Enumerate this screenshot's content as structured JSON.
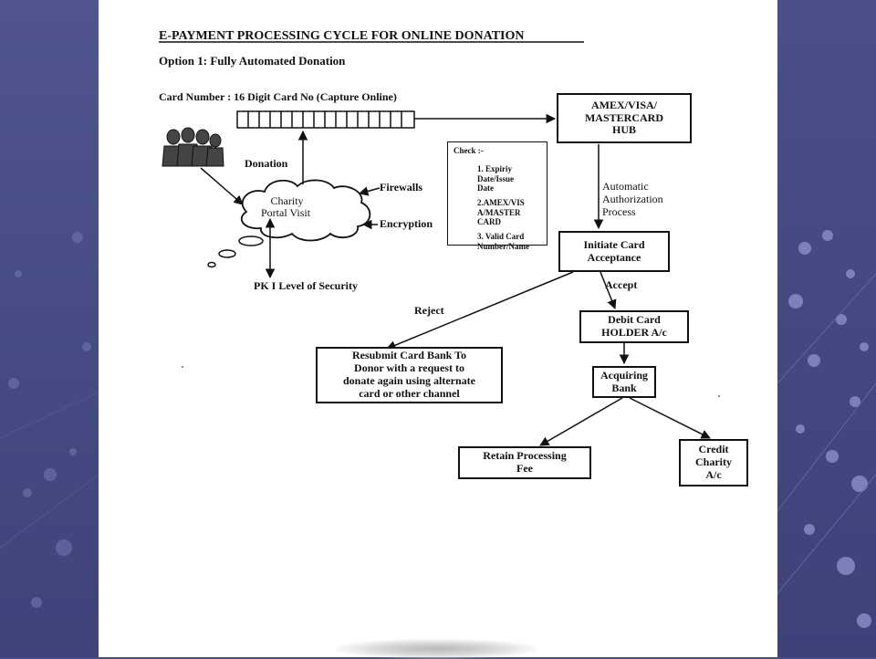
{
  "title": "E-PAYMENT PROCESSING CYCLE FOR ONLINE DONATION",
  "subtitle": "Option 1: Fully Automated Donation",
  "card_number_label": "Card Number : 16 Digit Card No (Capture Online)",
  "hub": [
    "AMEX/VISA/",
    "MASTERCARD",
    "HUB"
  ],
  "donation_label": "Donation",
  "firewalls_label": "Firewalls",
  "encryption_label": "Encryption",
  "portal": [
    "Charity",
    "Portal Visit"
  ],
  "pki_label": "PK I Level of Security",
  "check": {
    "heading": "Check :-",
    "item1": [
      "1.  Expiriy",
      "Date/Issue",
      "Date"
    ],
    "item2": [
      "2.AMEX/VIS",
      "A/MASTER",
      "CARD"
    ],
    "item3": [
      "3.  Valid Card",
      "Number/Name"
    ]
  },
  "auth_label": [
    "Automatic",
    "Authorization",
    "Process"
  ],
  "initiate": [
    "Initiate Card",
    "Acceptance"
  ],
  "reject_label": "Reject",
  "accept_label": "Accept",
  "debit": [
    "Debit Card",
    "HOLDER A/c"
  ],
  "resubmit": [
    "Resubmit Card Bank To",
    "Donor with a request to",
    "donate again using alternate",
    "card or other channel"
  ],
  "acquiring": [
    "Acquiring",
    "Bank"
  ],
  "retain": [
    "Retain Processing",
    "Fee"
  ],
  "credit": [
    "Credit",
    "Charity",
    "A/c"
  ],
  "colors": {
    "background": "#4a4e86",
    "page": "#ffffff",
    "ink": "#111111"
  }
}
